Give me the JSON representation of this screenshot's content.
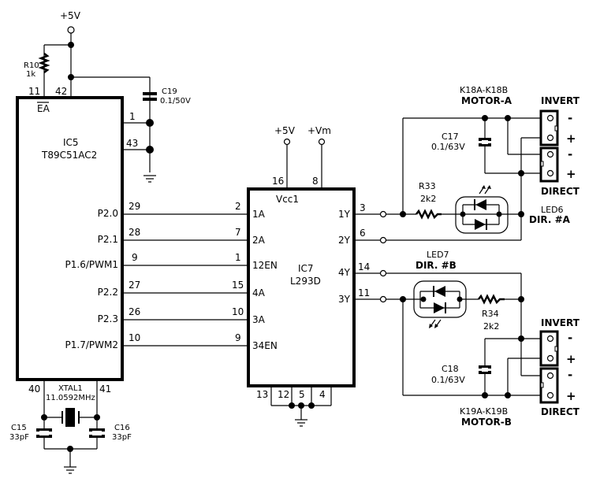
{
  "title": "Dual DC motor driver schematic",
  "supply": {
    "vcc_label": "+5V",
    "vm_label": "+Vm",
    "vcc2_label": "+5V"
  },
  "mcu": {
    "ref": "IC5",
    "part": "T89C51AC2",
    "ea_label": "EA",
    "ea_pin": "11",
    "vcc_pin": "42",
    "gnd_pins": [
      "1",
      "43"
    ],
    "xtal_pins": [
      "40",
      "41"
    ],
    "ports": [
      {
        "name": "P2.0",
        "pin": "29"
      },
      {
        "name": "P2.1",
        "pin": "28"
      },
      {
        "name": "P1.6/PWM1",
        "pin": "9"
      },
      {
        "name": "P2.2",
        "pin": "27"
      },
      {
        "name": "P2.3",
        "pin": "26"
      },
      {
        "name": "P1.7/PWM2",
        "pin": "10"
      }
    ]
  },
  "components": {
    "r10": {
      "ref": "R10",
      "value": "1k"
    },
    "c19": {
      "ref": "C19",
      "value": "0.1/50V"
    },
    "xtal": {
      "ref": "XTAL1",
      "value": "11.0592MHz"
    },
    "c15": {
      "ref": "C15",
      "value": "33pF"
    },
    "c16": {
      "ref": "C16",
      "value": "33pF"
    },
    "r33": {
      "ref": "R33",
      "value": "2k2"
    },
    "r34": {
      "ref": "R34",
      "value": "2k2"
    },
    "c17": {
      "ref": "C17",
      "value": "0.1/63V"
    },
    "c18": {
      "ref": "C18",
      "value": "0.1/63V"
    },
    "led6": {
      "ref": "LED6",
      "label": "DIR. #A"
    },
    "led7": {
      "ref": "LED7",
      "label": "DIR. #B"
    }
  },
  "driver": {
    "ref": "IC7",
    "part": "L293D",
    "vcc_label": "Vcc1",
    "vcc_pin": "16",
    "vm_pin": "8",
    "inputs": [
      {
        "name": "1A",
        "pin": "2"
      },
      {
        "name": "2A",
        "pin": "7"
      },
      {
        "name": "12EN",
        "pin": "1"
      },
      {
        "name": "4A",
        "pin": "15"
      },
      {
        "name": "3A",
        "pin": "10"
      },
      {
        "name": "34EN",
        "pin": "9"
      }
    ],
    "outputs": [
      {
        "name": "1Y",
        "pin": "3"
      },
      {
        "name": "2Y",
        "pin": "6"
      },
      {
        "name": "4Y",
        "pin": "14"
      },
      {
        "name": "3Y",
        "pin": "11"
      }
    ],
    "gnd_pins": [
      "13",
      "12",
      "5",
      "4"
    ]
  },
  "motor_a": {
    "connector": "K18A-K18B",
    "name": "MOTOR-A",
    "invert_label": "INVERT",
    "direct_label": "DIRECT",
    "signs": [
      "-",
      "+",
      "-",
      "+"
    ]
  },
  "motor_b": {
    "connector": "K19A-K19B",
    "name": "MOTOR-B",
    "invert_label": "INVERT",
    "direct_label": "DIRECT",
    "signs": [
      "-",
      "+",
      "-",
      "+"
    ]
  }
}
